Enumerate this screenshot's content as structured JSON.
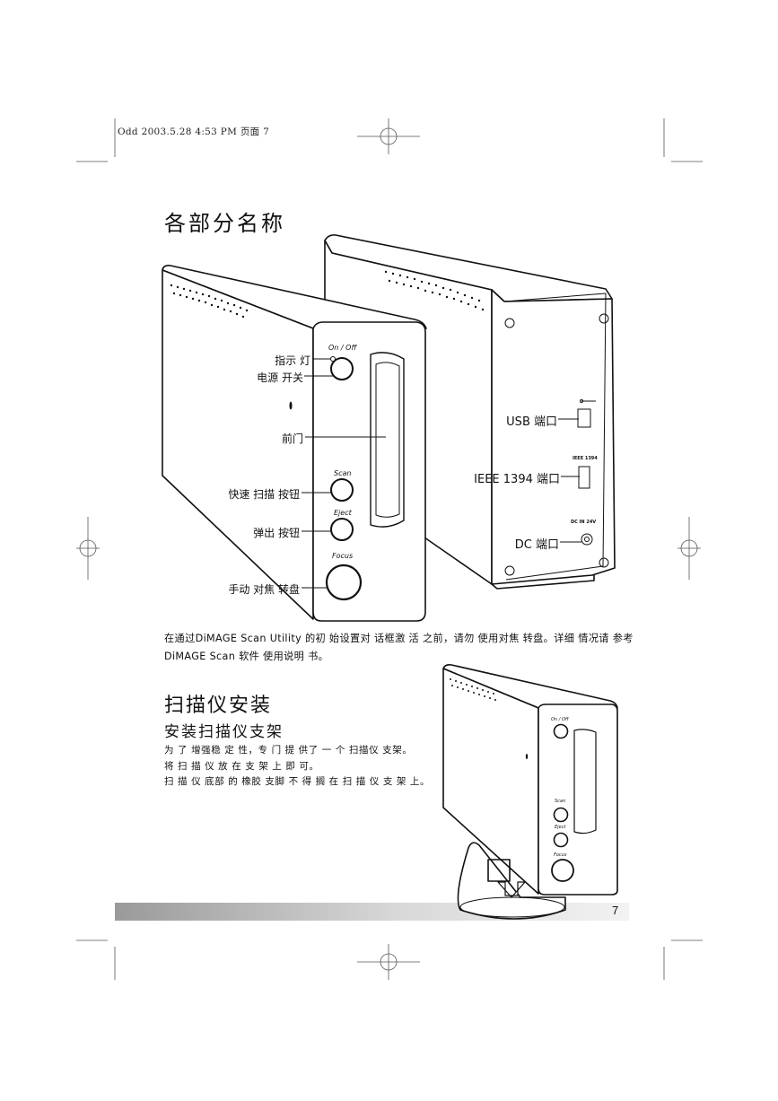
{
  "slug": "Odd   2003.5.28   4:53 PM   页面 7",
  "section_title": "各部分名称",
  "front_labels": {
    "indicator": "指示 灯",
    "power_switch": "电源 开关",
    "front_door": "前门",
    "quick_scan": "快速 扫描 按钮",
    "eject": "弹出 按钮",
    "focus_dial": "手动 对焦 转盘"
  },
  "front_panel_text": {
    "on_off": "On / Off",
    "scan": "Scan",
    "eject": "Eject",
    "focus": "Focus"
  },
  "rear_labels": {
    "usb": "USB 端口",
    "ieee": "IEEE 1394 端口",
    "dc": "DC 端口"
  },
  "rear_panel_text": {
    "ieee_small": "IEEE 1394",
    "dc_small": "DC IN 24V"
  },
  "paragraph": "在通过DiMAGE Scan Utility 的初 始设置对 话框激 活 之前，请勿 使用对焦 转盘。详细 情况请 参考DiMAGE Scan 软件 使用说明 书。",
  "install_title": "扫描仪安装",
  "stand_subtitle": "安装扫描仪支架",
  "stand_lines": [
    "为 了 增强稳 定 性，专 门 提 供了 一 个 扫描仪 支架。",
    "将 扫 描 仪 放 在 支 架 上 即 可。",
    "扫 描 仪 底部 的 橡胶 支脚 不 得 搁 在 扫 描 仪 支 架 上。"
  ],
  "small_panel_text": {
    "on_off": "On / Off",
    "scan": "Scan",
    "eject": "Eject",
    "focus": "Focus"
  },
  "page_number": "7"
}
